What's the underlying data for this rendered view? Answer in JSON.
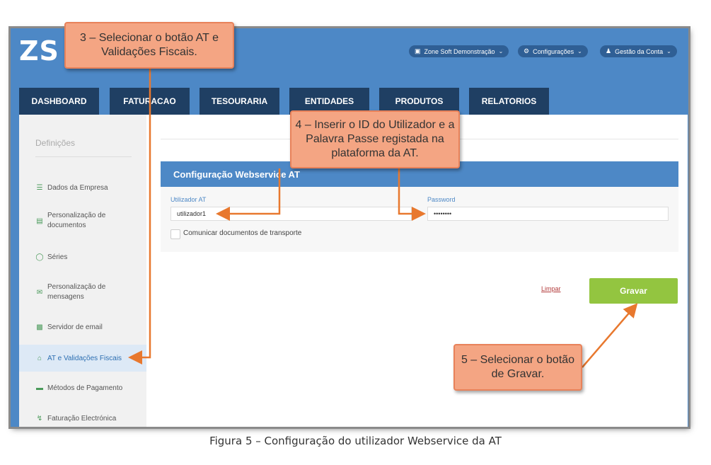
{
  "app": {
    "logo": "ZS"
  },
  "header": {
    "company_button": "Zone Soft Demonstração",
    "settings_button": "Configurações",
    "account_button": "Gestão da Conta"
  },
  "tabs": [
    "DASHBOARD",
    "FATURACAO",
    "TESOURARIA",
    "ENTIDADES",
    "PRODUTOS",
    "RELATORIOS"
  ],
  "sidebar": {
    "title": "Definições",
    "items": [
      {
        "label": "Dados da Empresa",
        "icon": "list-icon"
      },
      {
        "label": "Personalização de documentos",
        "icon": "document-icon"
      },
      {
        "label": "Séries",
        "icon": "series-icon"
      },
      {
        "label": "Personalização de mensagens",
        "icon": "mail-icon"
      },
      {
        "label": "Servidor de email",
        "icon": "server-icon"
      },
      {
        "label": "AT e Validações Fiscais",
        "icon": "bank-icon"
      },
      {
        "label": "Métodos de Pagamento",
        "icon": "card-icon"
      },
      {
        "label": "Faturação Electrónica",
        "icon": "lightning-icon"
      }
    ]
  },
  "form": {
    "title": "Configuração Webservice AT",
    "user_label": "Utilizador AT",
    "user_value": "utilizador1",
    "password_label": "Password",
    "password_value": "••••••••",
    "transport_label": "Comunicar documentos de transporte",
    "clear_link": "Limpar",
    "save_button": "Gravar"
  },
  "callouts": {
    "step3": "3 – Selecionar o botão AT e Validações Fiscais.",
    "step4": "4 – Inserir o ID do Utilizador e a Palavra Passe registada na plataforma da AT.",
    "step5": "5 – Selecionar o botão de Gravar."
  },
  "caption": "Figura 5 – Configuração do utilizador Webservice da AT",
  "colors": {
    "header_blue": "#4d88c6",
    "tab_navy": "#1f3f63",
    "save_green": "#93c540",
    "callout": "#f4a583",
    "arrow": "#e8782e"
  }
}
